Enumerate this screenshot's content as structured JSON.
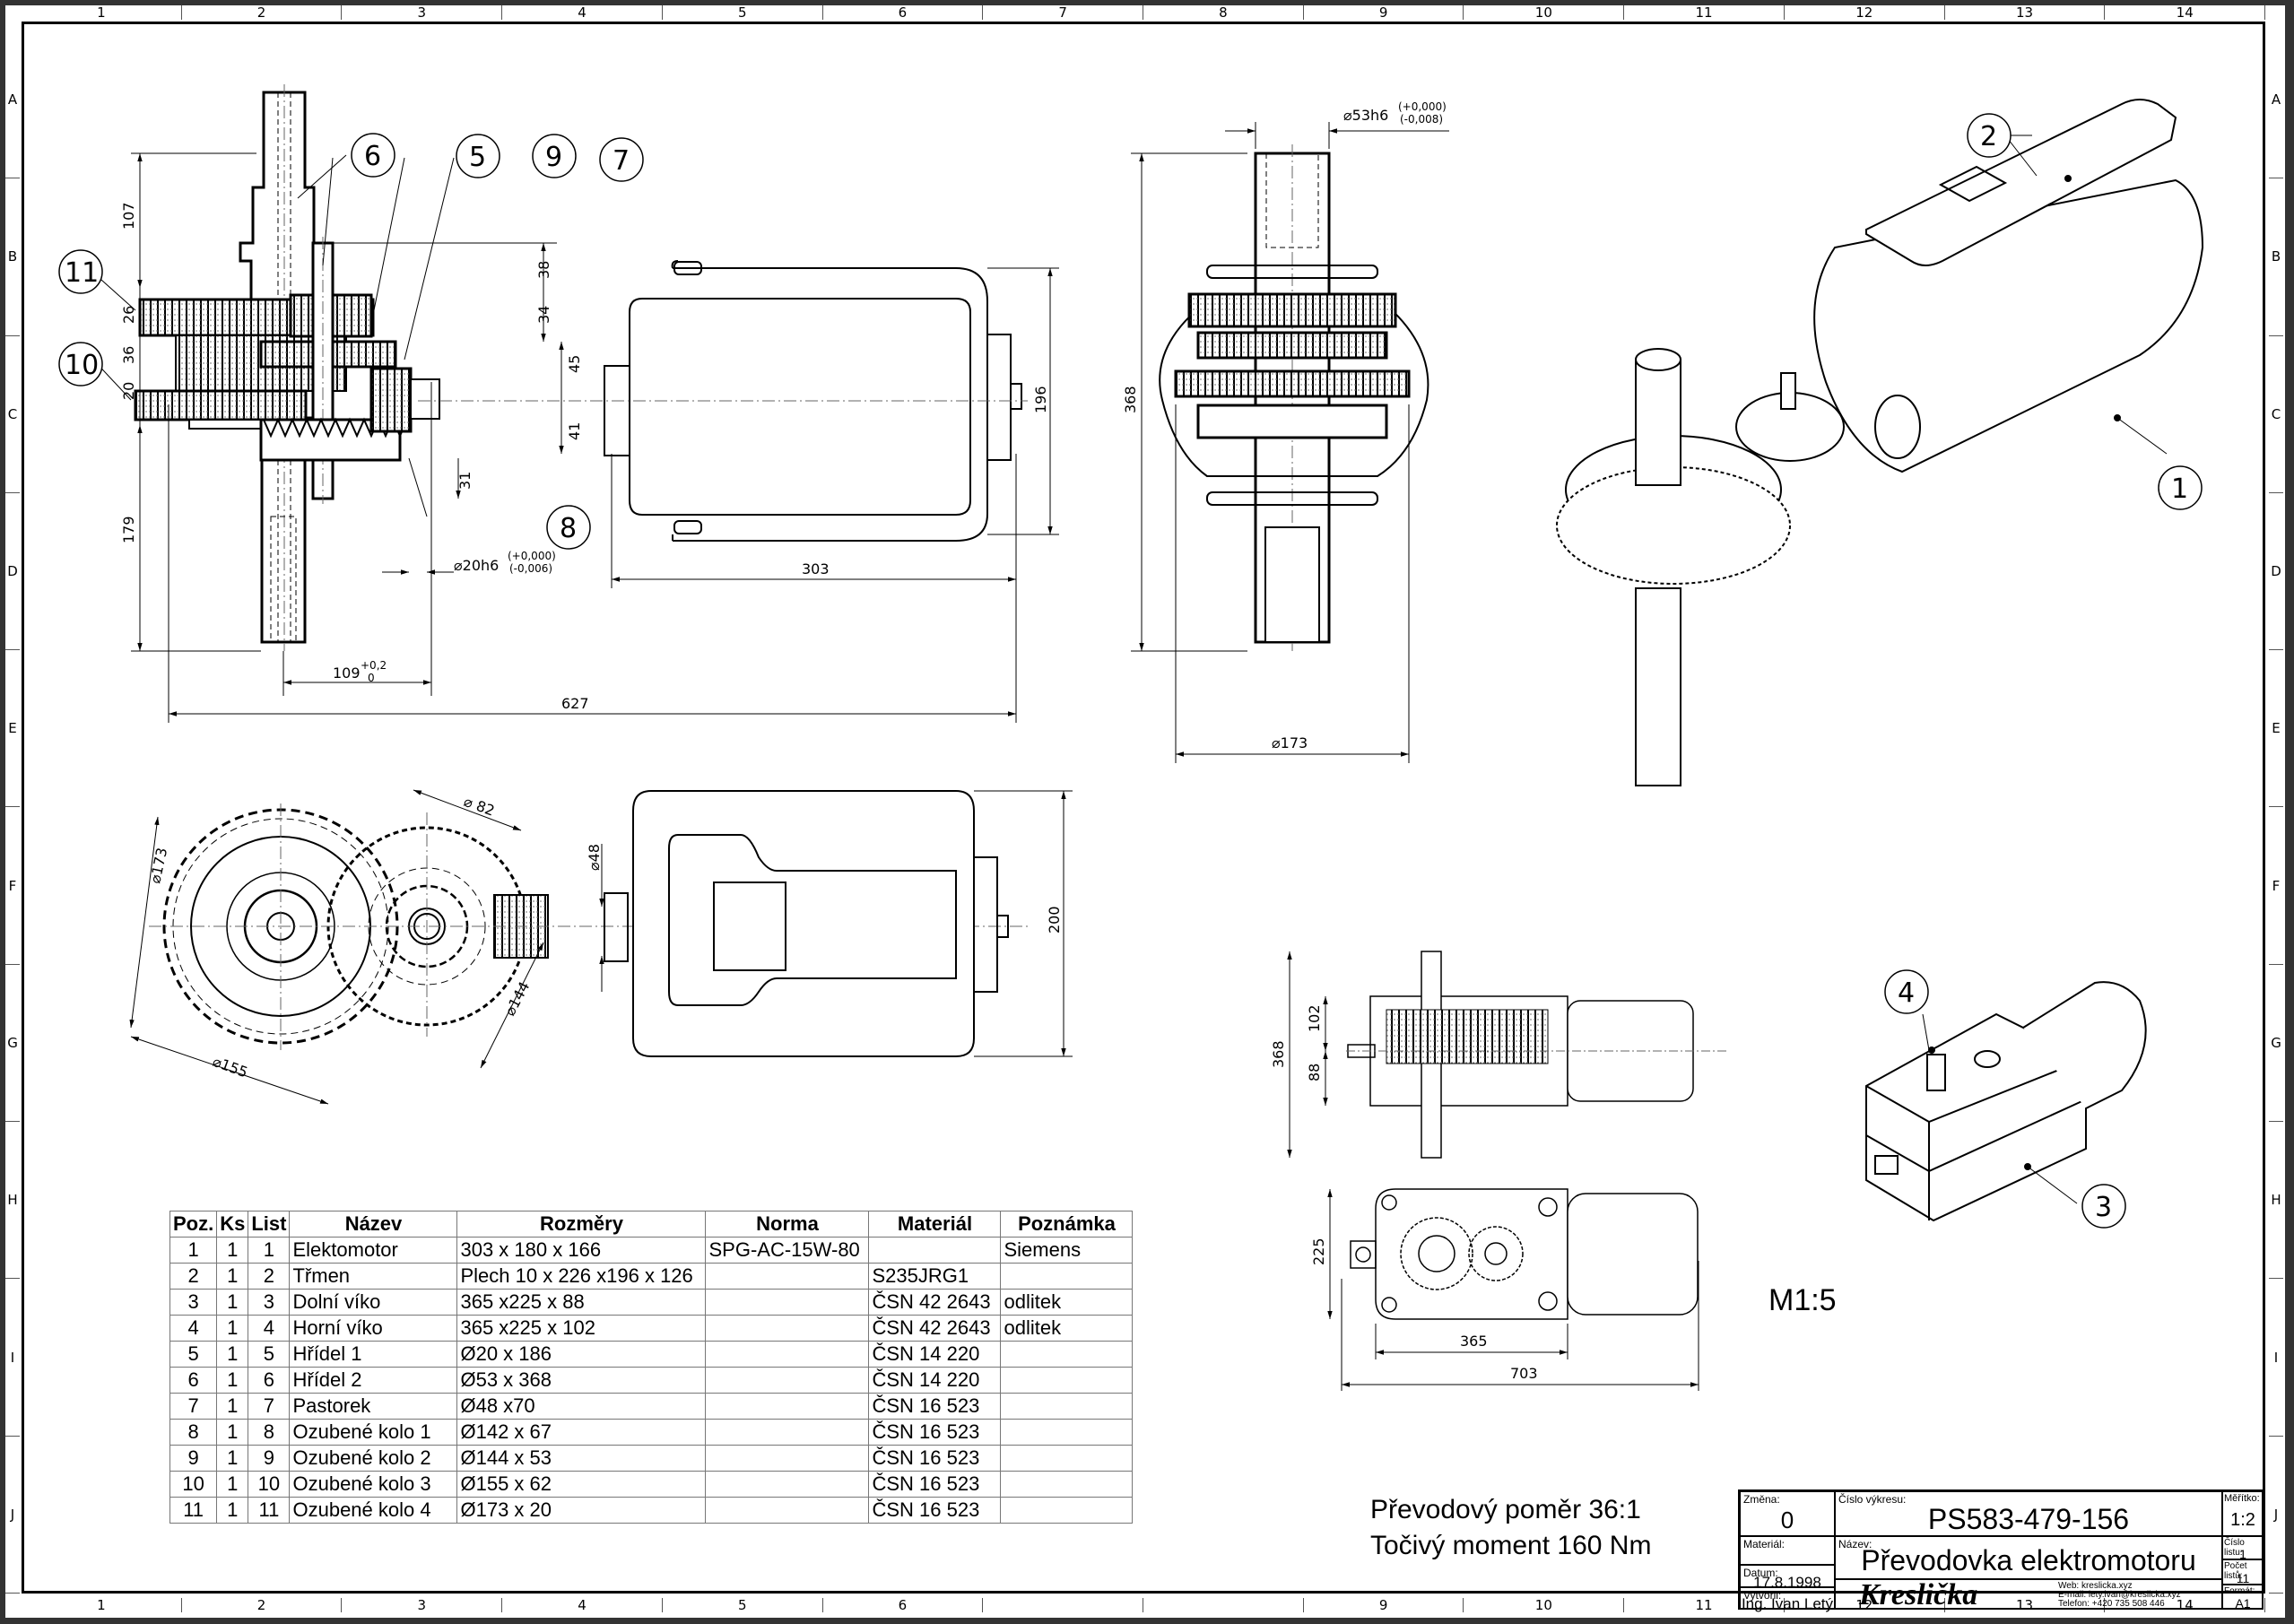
{
  "sheet": {
    "zones_columns": [
      "1",
      "2",
      "3",
      "4",
      "5",
      "6",
      "7",
      "8",
      "9",
      "10",
      "11",
      "12",
      "13",
      "14"
    ],
    "zones_rows": [
      "A",
      "B",
      "C",
      "D",
      "E",
      "F",
      "G",
      "H",
      "I",
      "J"
    ],
    "bottom_columns": [
      "1",
      "2",
      "3",
      "4",
      "5",
      "6",
      "",
      "",
      "9",
      "10",
      "11",
      "12",
      "13",
      "14"
    ]
  },
  "views": {
    "front_section": {
      "balloons": [
        "6",
        "5",
        "9",
        "7",
        "11",
        "10",
        "8"
      ],
      "dims": {
        "d107": "107",
        "d26": "26",
        "d36": "36",
        "d20": "20",
        "d179": "179",
        "d38": "38",
        "d34": "34",
        "d45": "45",
        "d41": "41",
        "d31": "31",
        "shaft1_dia": "⌀20h6",
        "shaft1_tol_upper": "(+0,000)",
        "shaft1_tol_lower": "(-0,006)",
        "axis_dist": "109",
        "axis_tol_upper": "+0,2",
        "axis_tol_lower": "0",
        "overall_len": "627",
        "motor_len": "303",
        "motor_h": "196"
      }
    },
    "side_view": {
      "dims": {
        "shaft2_dia": "⌀53h6",
        "shaft2_tol_upper": "(+0,000)",
        "shaft2_tol_lower": "(-0,008)",
        "height": "368",
        "gear_dia": "⌀173"
      }
    },
    "gear_plan": {
      "dims": {
        "d173": "⌀173",
        "d82": "⌀ 82",
        "d48": "⌀48",
        "d155": "⌀155",
        "d144": "⌀144",
        "motor_w": "200"
      }
    },
    "iso_top": {
      "balloons": [
        "2",
        "1"
      ]
    },
    "assembly_small": {
      "dims": {
        "h368": "368",
        "h102": "102",
        "h88": "88",
        "w225": "225",
        "l365": "365",
        "l703": "703"
      }
    },
    "iso_bottom": {
      "balloons": [
        "4",
        "3"
      ]
    }
  },
  "bom": {
    "headers": [
      "Poz.",
      "Ks",
      "List",
      "Název",
      "Rozměry",
      "Norma",
      "Materiál",
      "Poznámka"
    ],
    "rows": [
      [
        "1",
        "1",
        "1",
        "Elektomotor",
        "303 x 180 x 166",
        "SPG-AC-15W-80",
        "",
        "Siemens"
      ],
      [
        "2",
        "1",
        "2",
        "Třmen",
        "Plech 10 x 226 x196 x 126",
        "",
        "S235JRG1",
        ""
      ],
      [
        "3",
        "1",
        "3",
        "Dolní víko",
        "365 x225 x 88",
        "",
        "ČSN 42 2643",
        "odlitek"
      ],
      [
        "4",
        "1",
        "4",
        "Horní víko",
        "365 x225 x 102",
        "",
        "ČSN 42 2643",
        "odlitek"
      ],
      [
        "5",
        "1",
        "5",
        "Hřídel 1",
        "Ø20 x 186",
        "",
        "ČSN 14 220",
        ""
      ],
      [
        "6",
        "1",
        "6",
        "Hřídel 2",
        "Ø53 x 368",
        "",
        "ČSN 14 220",
        ""
      ],
      [
        "7",
        "1",
        "7",
        "Pastorek",
        "Ø48 x70",
        "",
        "ČSN 16 523",
        ""
      ],
      [
        "8",
        "1",
        "8",
        "Ozubené kolo 1",
        "Ø142 x 67",
        "",
        "ČSN 16 523",
        ""
      ],
      [
        "9",
        "1",
        "9",
        "Ozubené kolo 2",
        "Ø144 x 53",
        "",
        "ČSN 16 523",
        ""
      ],
      [
        "10",
        "1",
        "10",
        "Ozubené kolo 3",
        "Ø155 x 62",
        "",
        "ČSN 16 523",
        ""
      ],
      [
        "11",
        "1",
        "11",
        "Ozubené kolo 4",
        "Ø173 x 20",
        "",
        "ČSN 16 523",
        ""
      ]
    ]
  },
  "notes": {
    "ratio": "Převodový poměr 36:1",
    "torque": "Točivý moment 160 Nm",
    "scale_mark": "M1:5"
  },
  "title_block": {
    "zmena_label": "Změna:",
    "zmena_value": "0",
    "cislo_vykresu_label": "Číslo výkresu:",
    "cislo_vykresu_value": "PS583-479-156",
    "meritko_label": "Měřítko:",
    "meritko_value": "1:2",
    "material_label": "Materiál:",
    "nazev_label": "Název:",
    "nazev_value": "Převodovka elektromotoru",
    "cislo_listu_label": "Číslo listu:",
    "cislo_listu_value": "1",
    "datum_label": "Datum:",
    "datum_value": "17.8.1998",
    "pocet_listu_label": "Počet listů:",
    "pocet_listu_value": "11",
    "vytvoril_label": "Vytvořil:",
    "vytvoril_value": "Ing. Ivan Letý",
    "company": "Kreslička",
    "web": "Web: kreslicka.xyz",
    "email": "E-mail: lety.ivan@kreslicka.xyz",
    "phone": "Telefon: +420 735 508 446",
    "format_label": "Formát:",
    "format_value": "A1"
  }
}
